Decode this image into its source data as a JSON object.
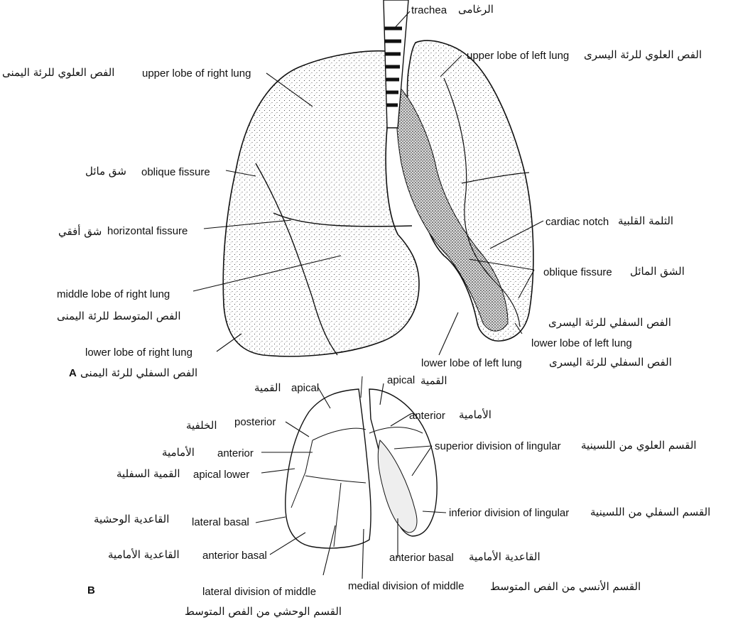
{
  "figure_a": {
    "letter": "A",
    "trachea": {
      "en": "trachea",
      "ar": "الرغامى"
    },
    "upper_left": {
      "en": "upper lobe of left lung",
      "ar": "الفص العلوي للرئة اليسرى"
    },
    "upper_right": {
      "en": "upper lobe of right lung",
      "ar": "الفص العلوي للرئة اليمنى"
    },
    "oblique_right": {
      "en": "oblique fissure",
      "ar": "شق مائل"
    },
    "cardiac_notch": {
      "en": "cardiac notch",
      "ar": "الثلمة القلبية"
    },
    "horizontal": {
      "en": "horizontal fissure",
      "ar": "شق أفقي"
    },
    "oblique_left": {
      "en": "oblique fissure",
      "ar": "الشق المائل"
    },
    "middle_right": {
      "en": "middle lobe of right lung",
      "ar": "الفص المتوسط للرئة اليمنى"
    },
    "lower_left_side": {
      "en": "lower lobe of left lung",
      "ar": "الفص السفلي للرئة اليسرى"
    },
    "lower_right": {
      "en": "lower lobe of right lung",
      "ar": "الفص السفلي للرئة اليمنى"
    },
    "lower_left_bottom": {
      "en": "lower lobe of left lung",
      "ar": "الفص السفلي للرئة اليسرى"
    }
  },
  "figure_b": {
    "letter": "B",
    "apical_r": {
      "en": "apical",
      "ar": "القمية"
    },
    "apical_l": {
      "en": "apical",
      "ar": "القمية"
    },
    "anterior_l": {
      "en": "anterior",
      "ar": "الأمامية"
    },
    "posterior": {
      "en": "posterior",
      "ar": "الخلفية"
    },
    "superior_lingular": {
      "en": "superior division of lingular",
      "ar": "القسم العلوي من اللسينية"
    },
    "anterior_r": {
      "en": "anterior",
      "ar": "الأمامية"
    },
    "apical_lower": {
      "en": "apical lower",
      "ar": "القمية السفلية"
    },
    "inferior_lingular": {
      "en": "inferior division of lingular",
      "ar": "القسم السفلي من اللسينية"
    },
    "lateral_basal": {
      "en": "lateral basal",
      "ar": "القاعدية الوحشية"
    },
    "anterior_basal_r": {
      "en": "anterior basal",
      "ar": "القاعدية الأمامية"
    },
    "anterior_basal_l": {
      "en": "anterior basal",
      "ar": "القاعدية الأمامية"
    },
    "medial_middle": {
      "en": "medial division of middle",
      "ar": "القسم الأنسي من الفص المتوسط"
    },
    "lateral_middle": {
      "en": "lateral division of middle",
      "ar": "القسم الوحشي من الفص المتوسط"
    }
  }
}
